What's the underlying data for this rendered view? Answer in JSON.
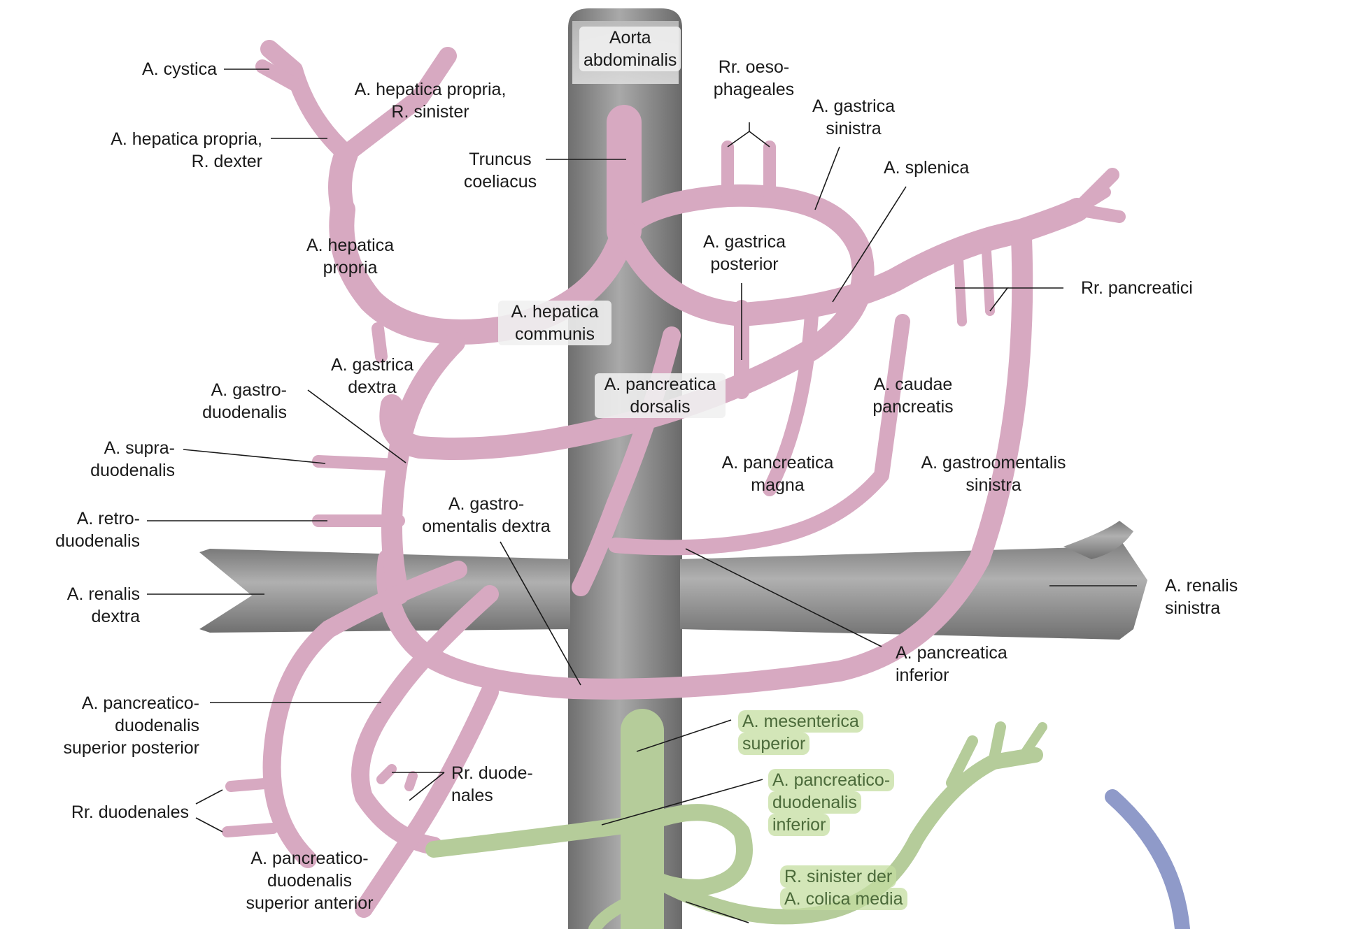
{
  "colors": {
    "aorta_fill": "#8a8a8a",
    "aorta_highlight": "#c8c8c8",
    "celiac_artery": "#d7a9c1",
    "celiac_outline": "#b88aa4",
    "mesenteric_artery": "#b5cc9a",
    "mesenteric_outline": "#95ad7c",
    "venous_branch": "#8f9ac9",
    "leader_line": "#1a1a1a",
    "green_label_bg": "#c4dea0"
  },
  "labels": {
    "aorta_abdominalis": [
      "Aorta",
      "abdominalis"
    ],
    "a_cystica": [
      "A. cystica"
    ],
    "hepatica_propria_sinister": [
      "A. hepatica propria,",
      "R. sinister"
    ],
    "hepatica_propria_dexter": [
      "A. hepatica propria,",
      "R. dexter"
    ],
    "truncus_coeliacus": [
      "Truncus",
      "coeliacus"
    ],
    "rr_oesophageales": [
      "Rr. oeso-",
      "phageales"
    ],
    "gastrica_sinistra": [
      "A. gastrica",
      "sinistra"
    ],
    "splenica": [
      "A. splenica"
    ],
    "hepatica_propria": [
      "A. hepatica",
      "propria"
    ],
    "gastrica_posterior": [
      "A. gastrica",
      "posterior"
    ],
    "rr_pancreatici": [
      "Rr. pancreatici"
    ],
    "hepatica_communis": [
      "A. hepatica",
      "communis"
    ],
    "gastrica_dextra": [
      "A. gastrica",
      "dextra"
    ],
    "gastroduodenalis": [
      "A. gastro-",
      "duodenalis"
    ],
    "pancreatica_dorsalis": [
      "A. pancreatica",
      "dorsalis"
    ],
    "caudae_pancreatis": [
      "A. caudae",
      "pancreatis"
    ],
    "supraduodenalis": [
      "A. supra-",
      "duodenalis"
    ],
    "pancreatica_magna": [
      "A. pancreatica",
      "magna"
    ],
    "gastroomentalis_sinistra": [
      "A. gastroomentalis",
      "sinistra"
    ],
    "retroduodenalis": [
      "A. retro-",
      "duodenalis"
    ],
    "gastroomentalis_dextra": [
      "A. gastro-",
      "omentalis dextra"
    ],
    "renalis_dextra": [
      "A. renalis",
      "dextra"
    ],
    "renalis_sinistra": [
      "A. renalis",
      "sinistra"
    ],
    "pancreatica_inferior": [
      "A. pancreatica",
      "inferior"
    ],
    "pd_superior_posterior": [
      "A. pancreatico-",
      "duodenalis",
      "superior posterior"
    ],
    "mesenterica_superior": [
      "A. mesenterica",
      "superior"
    ],
    "rr_duodenales_right": [
      "Rr. duode-",
      "nales"
    ],
    "pd_inferior": [
      "A. pancreatico-",
      "duodenalis",
      "inferior"
    ],
    "rr_duodenales_left": [
      "Rr. duodenales"
    ],
    "pd_superior_anterior": [
      "A. pancreatico-",
      "duodenalis",
      "superior anterior"
    ],
    "colica_media": [
      "R. sinister der",
      "A. colica media"
    ]
  }
}
